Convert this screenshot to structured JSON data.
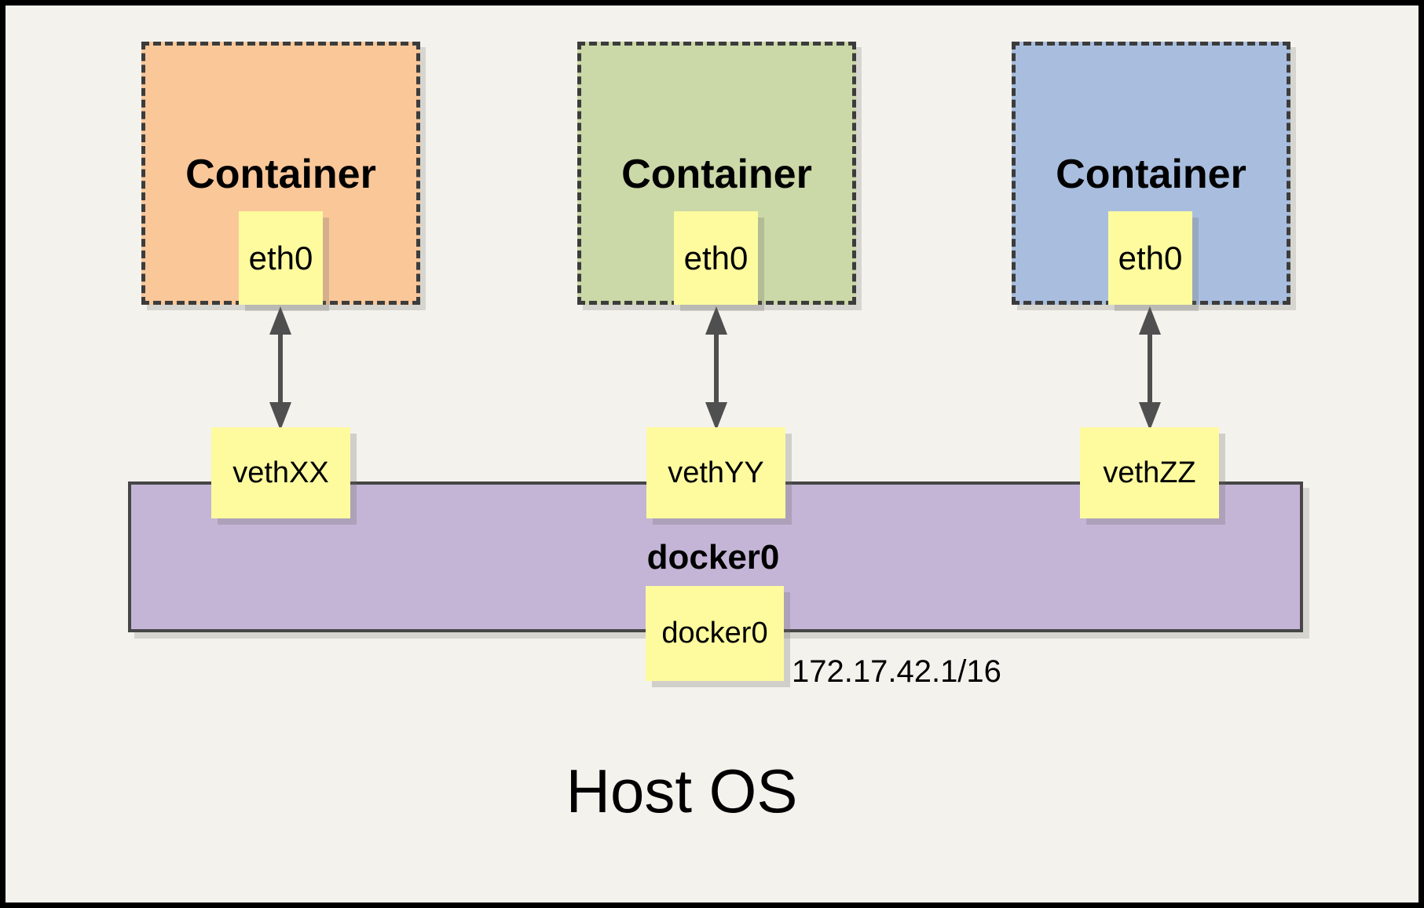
{
  "host": {
    "label": "Host OS"
  },
  "bridge": {
    "name": "docker0",
    "interface_label": "docker0",
    "ip": "172.17.42.1/16"
  },
  "containers": [
    {
      "title": "Container",
      "interface": "eth0",
      "veth": "vethXX",
      "fill": "#FAC799"
    },
    {
      "title": "Container",
      "interface": "eth0",
      "veth": "vethYY",
      "fill": "#CBD8A7"
    },
    {
      "title": "Container",
      "interface": "eth0",
      "veth": "vethZZ",
      "fill": "#A9BEDE"
    }
  ],
  "colors": {
    "background": "#F4F2ED",
    "frame_border": "#000000",
    "note_yellow": "#FDFB9E",
    "bridge_purple": "#C4B5D6",
    "dashed_border": "#3C3C3C",
    "arrow_gray": "#4F4F4F"
  }
}
